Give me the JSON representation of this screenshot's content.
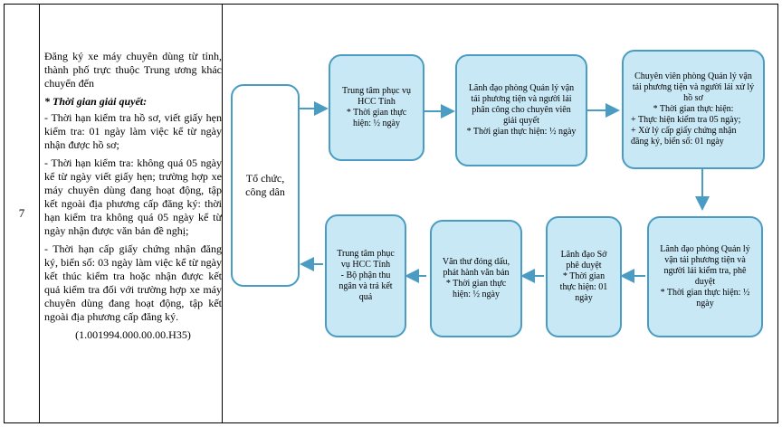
{
  "row": {
    "number": "7",
    "description": {
      "intro": "Đăng ký xe máy chuyên dùng từ tỉnh, thành phố trực thuộc Trung ương khác chuyển đến",
      "heading": "* Thời gian giải quyết:",
      "items": [
        "- Thời hạn kiểm tra hồ sơ, viết giấy hẹn kiểm tra: 01 ngày làm việc kể từ ngày nhận được hồ sơ;",
        "- Thời hạn kiểm tra: không quá 05 ngày kể từ ngày viết giấy hẹn; trường hợp xe máy chuyên dùng đang hoạt động, tập kết ngoài địa phương cấp đăng ký: thời hạn kiểm tra không quá 05 ngày kể từ ngày nhận được văn bản đề nghị;",
        "- Thời hạn cấp giấy chứng nhận đăng ký, biển số: 03 ngày làm việc kể từ ngày kết thúc kiểm tra hoặc nhận được kết quả kiểm tra đối với trường hợp xe máy chuyên dùng đang hoạt động, tập kết ngoài địa phương cấp đăng ký."
      ],
      "code": "(1.001994.000.00.00.H35)"
    }
  },
  "flow": {
    "citizen": "Tổ chức, công dân",
    "step1": {
      "title": "Trung tâm phục vụ HCC Tỉnh",
      "time": "* Thời gian thực hiện: ½ ngày"
    },
    "step2": {
      "title": "Lãnh đạo phòng Quản lý vận tải phương tiện và người lái phân công cho chuyên viên giải quyết",
      "time": "* Thời gian thực hiện: ½ ngày"
    },
    "step3": {
      "title": "Chuyên viên phòng Quản lý vận tải phương tiện và người lái xử lý hồ sơ",
      "time": "* Thời gian thực hiện:",
      "sub1": "+ Thực hiện kiểm tra 05 ngày;",
      "sub2": "+ Xử lý cấp giấy chứng nhận đăng ký, biển số: 01 ngày"
    },
    "step4": {
      "title": "Lãnh đạo phòng Quản lý vận tải phương tiện và người lái kiểm tra, phê duyệt",
      "time": "* Thời gian thực hiện: ½ ngày"
    },
    "step5": {
      "title": "Lãnh đạo Sở phê duyệt",
      "time": "* Thời gian thực hiện: 01 ngày"
    },
    "step6": {
      "title": "Văn thư đóng dấu, phát hành văn bản",
      "time": "* Thời gian thực hiện: ½ ngày"
    },
    "step7": {
      "title": "Trung tâm phục vụ HCC Tỉnh",
      "detail": "- Bộ phận thu ngân và trả kết quả"
    },
    "colors": {
      "box_fill": "#c9e8f5",
      "box_border": "#4a9cc2",
      "arrow": "#4a9cc2"
    }
  }
}
